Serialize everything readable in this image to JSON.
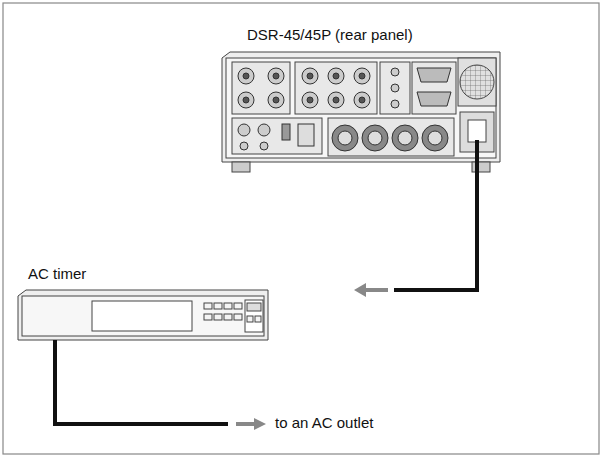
{
  "diagram": {
    "nodes": [
      {
        "text": [
          "DSR-45/45P (rear panel)"
        ]
      },
      {
        "text": [
          "AC timer"
        ]
      }
    ],
    "edges": [
      {
        "from": 0,
        "to": 1,
        "arrow": "to"
      }
    ],
    "labels": [
      "to an AC outlet"
    ]
  }
}
